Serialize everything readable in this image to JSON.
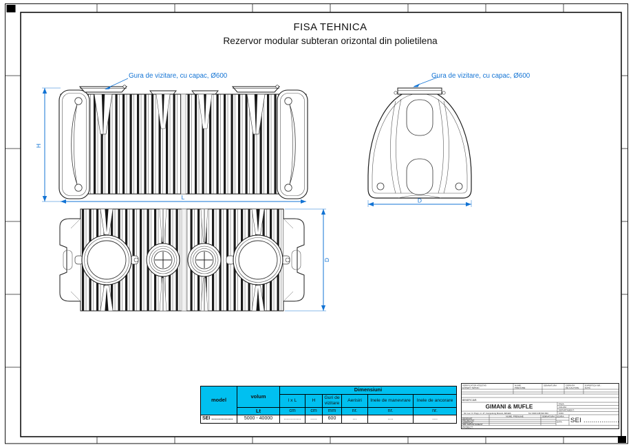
{
  "sheet": {
    "title_line1": "FISA TEHNICA",
    "title_line2": "Rezervor modular subteran orizontal din polietilena"
  },
  "annotations": {
    "left": "Gura de vizitare, cu capac, Ø600",
    "right": "Gura de vizitare, cu capac, Ø600"
  },
  "dims": {
    "h": "H",
    "l": "L",
    "d_side": "D",
    "d_top": "D"
  },
  "colors": {
    "dimension_blue": "#1273d4",
    "table_cyan": "#00c0f0",
    "line_black": "#1a1a1a"
  },
  "table": {
    "col_model": "model",
    "col_volum": "volum",
    "group_dimensiuni": "Dimensiuni",
    "col_lxl": "l x L",
    "col_h": "H",
    "col_guri": "Guri de\nvizitare",
    "col_aerisiri": "Aerisiri",
    "col_manevrare": "Inele de manevrare",
    "col_ancorare": "Inele de ancorare",
    "unit_volum": "Lt",
    "unit_lxl": "cm",
    "unit_h": "cm",
    "unit_guri": "mm",
    "unit_aerisiri": "nr.",
    "unit_manevrare": "nr.",
    "unit_ancorare": "nr.",
    "row_model": "SEI ................",
    "row_volum": "5000 - 40000",
    "row_lxl": ".............",
    "row_h": ".....",
    "row_guri": "600",
    "row_aerisiri": "...",
    "row_manevrare": "....",
    "row_ancorare": "...."
  },
  "titleblock": {
    "verificator1": "VERIFICATOR ATESTAT/",
    "verificator2": "EXPERT TEHNIC",
    "nume1": "NUME,",
    "nume2": "PRENUME",
    "semnatura": "SEMNATURA",
    "cerinta1": "CERINTA",
    "cerinta2": "DE CALITATE",
    "expertiza": "EXPERTIZA NR.:",
    "expertiza_data": "DATA:",
    "beneficiar": "BENEFICIAR:",
    "company": "GIMANI & MUFLE",
    "address": "Str. Lec. N. Popp, nr. 47, Campulung Muscel, ARGES",
    "phone": "Tel: 0040 248 510 094",
    "faza": "FAZA:",
    "volum": "VOLUM:",
    "departament": "DEPARTAMENT:",
    "cod": "COD:",
    "nume_prenume": "NUME, PRENUME",
    "semnatura2": "SEMNATURA",
    "scara": "SCARA:",
    "data": "DATA:",
    "desenat": "DESENAT",
    "proiectat": "PROIECTAT",
    "verificat": "VERIFICAT",
    "sef_departament": "SEF DEPARTAMENT",
    "cod_produs": "SEI ...................",
    "proiect": "PROIECT:"
  }
}
